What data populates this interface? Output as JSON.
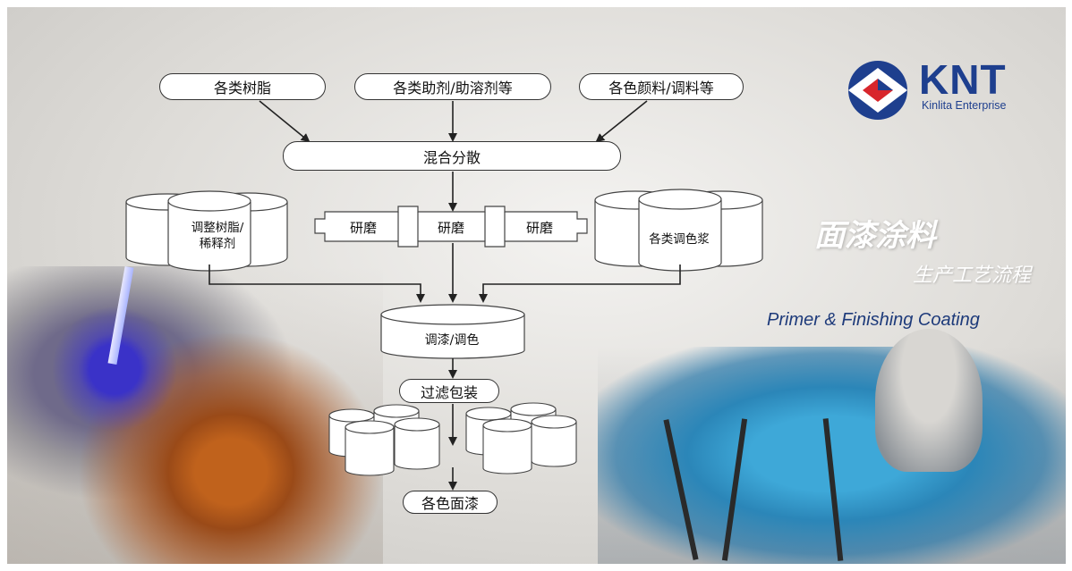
{
  "logo": {
    "name": "KNT",
    "tagline": "Kinlita Enterprise",
    "colors": {
      "blue": "#1e3f8e",
      "red": "#d8262c"
    }
  },
  "title": {
    "main": "面漆涂料",
    "sub": "生产工艺流程",
    "english": "Primer & Finishing Coating"
  },
  "diagram": {
    "inputs": [
      "各类树脂",
      "各类助剂/助溶剂等",
      "各色颜料/调料等"
    ],
    "mixing": "混合分散",
    "grinding": [
      "研磨",
      "研磨",
      "研磨"
    ],
    "left_tank": {
      "line1": "调整树脂/",
      "line2": "稀释剂"
    },
    "right_tank": "各类调色浆",
    "tinting": "调漆/调色",
    "filtering": "过滤包装",
    "output": "各色面漆"
  },
  "colors": {
    "arrow": "#222222",
    "box_fill": "#ffffff",
    "box_stroke": "#333333"
  }
}
